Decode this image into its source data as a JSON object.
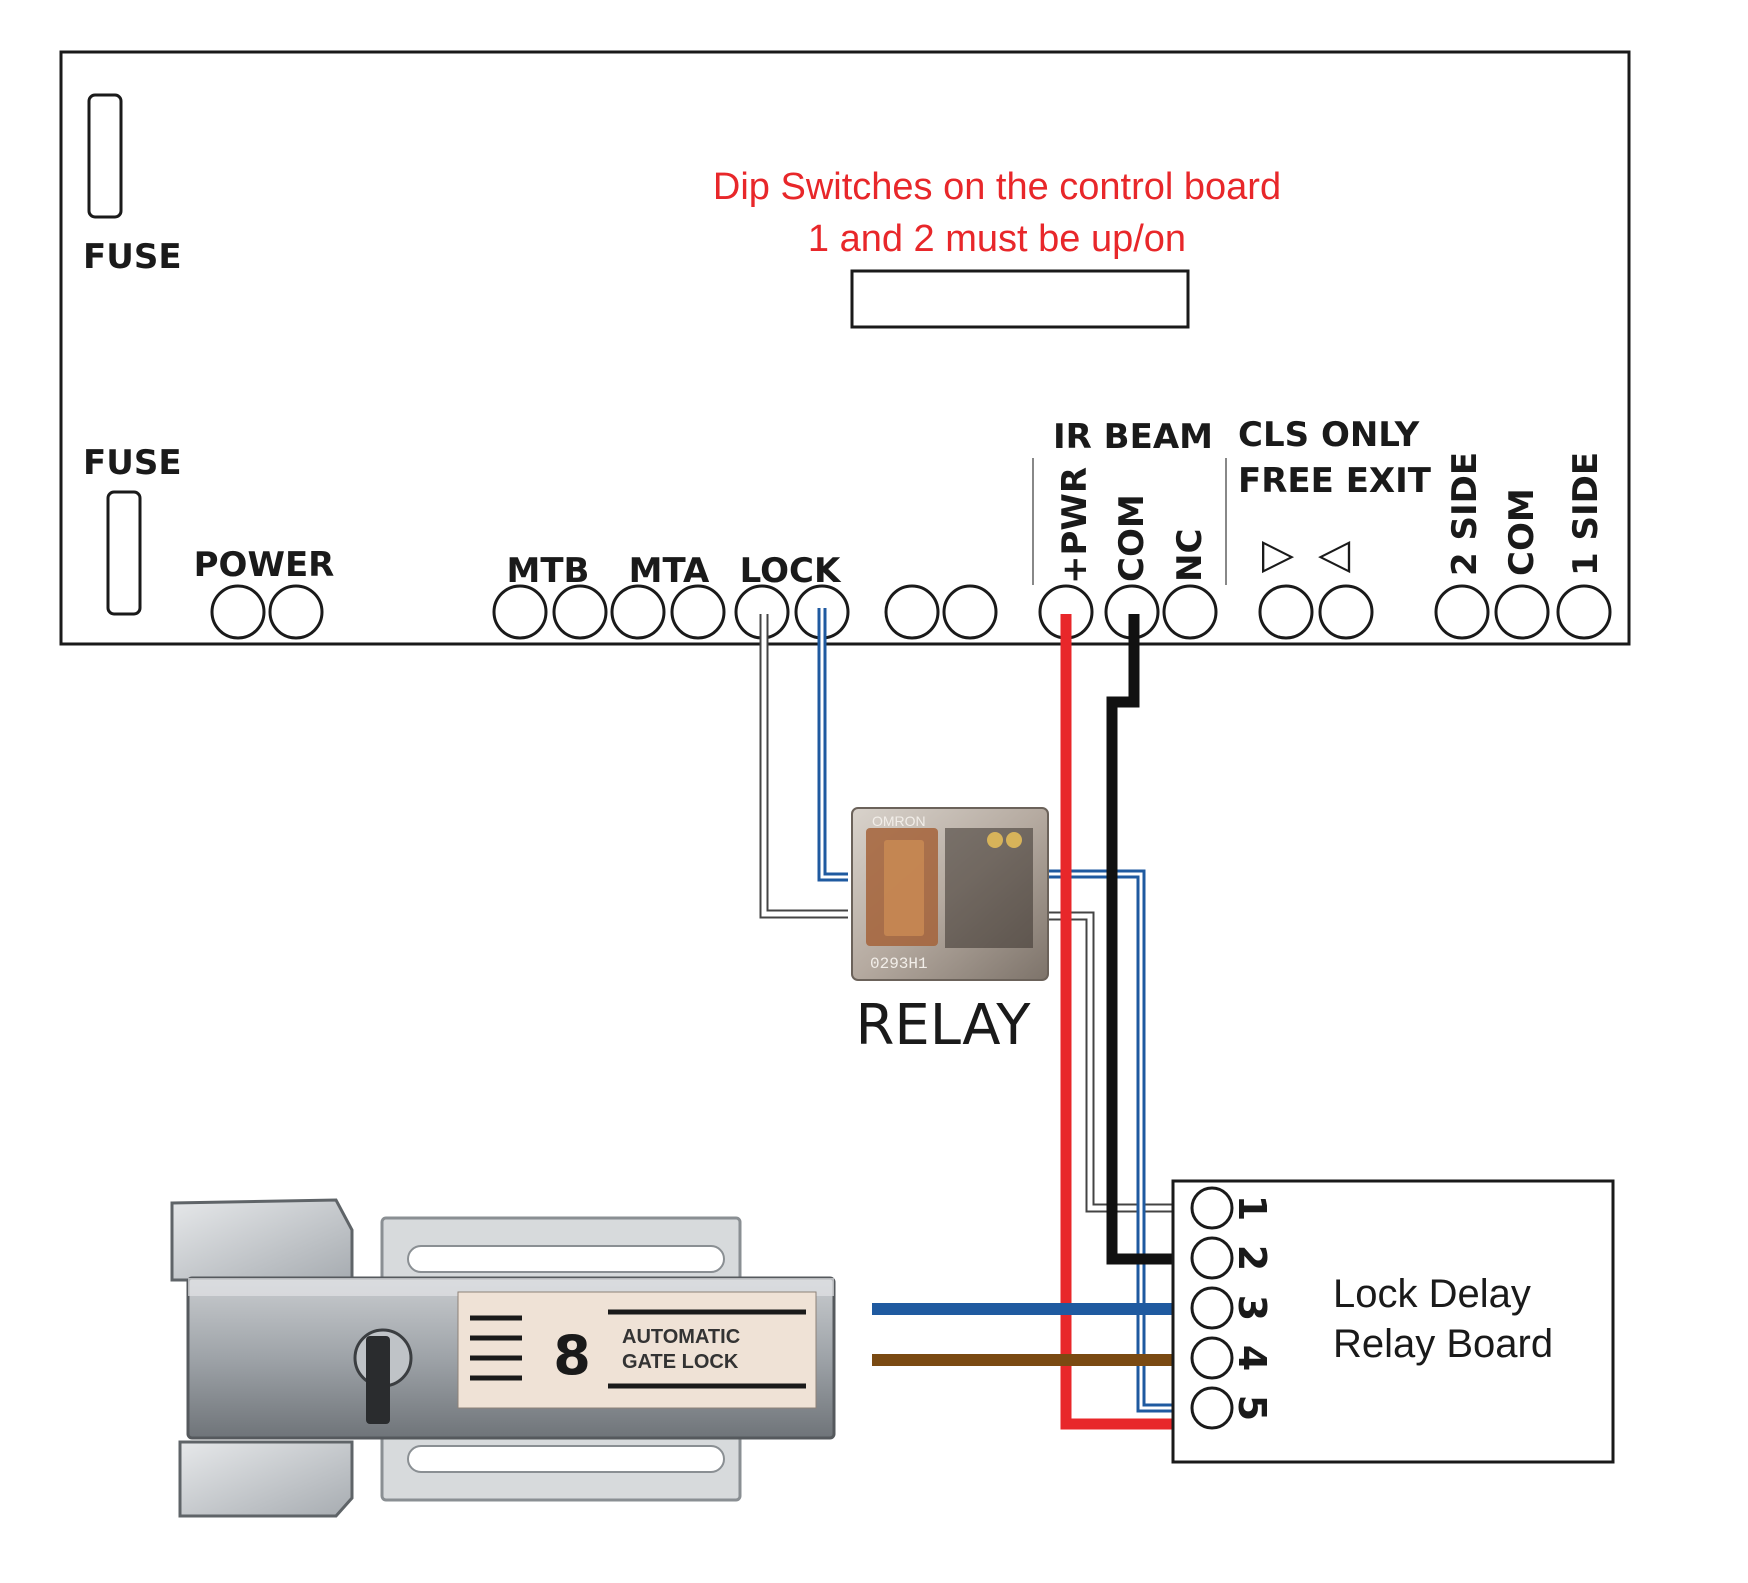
{
  "control_board": {
    "fuse_top_label": "FUSE",
    "fuse_bottom_label": "FUSE",
    "dip_note_line1": "Dip Switches on the control board",
    "dip_note_line2": "1 and 2 must be up/on",
    "terminals": {
      "power": "POWER",
      "mtb": "MTB",
      "mta": "MTA",
      "lock": "LOCK",
      "ir_beam": "IR BEAM",
      "pwr": "+PWR",
      "com": "COM",
      "nc": "NC",
      "cls_only": "CLS ONLY",
      "free_exit": "FREE EXIT",
      "arrow_right": "▷",
      "arrow_left": "◁",
      "side2": "2 SIDE",
      "com2": "COM",
      "side1": "1 SIDE"
    }
  },
  "relay": {
    "label": "RELAY",
    "brand": "OMRON",
    "code": "0293H1"
  },
  "lock_delay_board": {
    "title_line1": "Lock Delay",
    "title_line2": "Relay Board",
    "terminal_numbers": [
      "1",
      "2",
      "3",
      "4",
      "5"
    ]
  },
  "gate_lock": {
    "logo": "8",
    "text_line1": "AUTOMATIC",
    "text_line2": "GATE LOCK"
  },
  "colors": {
    "red_wire": "#e8272a",
    "black_wire": "#111111",
    "blue_wire": "#1f5aa0",
    "brown_wire": "#7a4a12",
    "note_text": "#e8272a"
  }
}
